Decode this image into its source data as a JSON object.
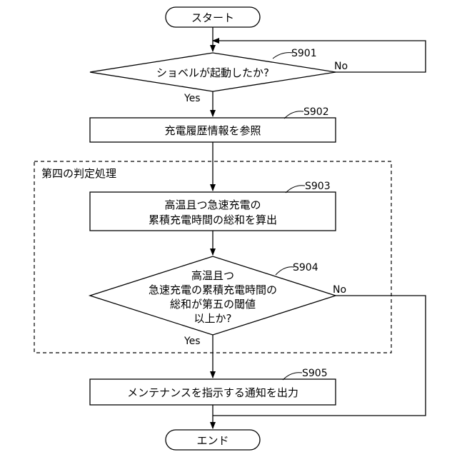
{
  "nodes": {
    "start": "スタート",
    "s901": {
      "step": "S901",
      "text": "ショベルが起動したか?",
      "yes": "Yes",
      "no": "No"
    },
    "s902": {
      "step": "S902",
      "text": "充電履歴情報を参照"
    },
    "group": {
      "title": "第四の判定処理"
    },
    "s903": {
      "step": "S903",
      "lines": [
        "高温且つ急速充電の",
        "累積充電時間の総和を算出"
      ]
    },
    "s904": {
      "step": "S904",
      "lines": [
        "高温且つ",
        "急速充電の累積充電時間の",
        "総和が第五の閾値",
        "以上か?"
      ],
      "yes": "Yes",
      "no": "No"
    },
    "s905": {
      "step": "S905",
      "text": "メンテナンスを指示する通知を出力"
    },
    "end": "エンド"
  }
}
